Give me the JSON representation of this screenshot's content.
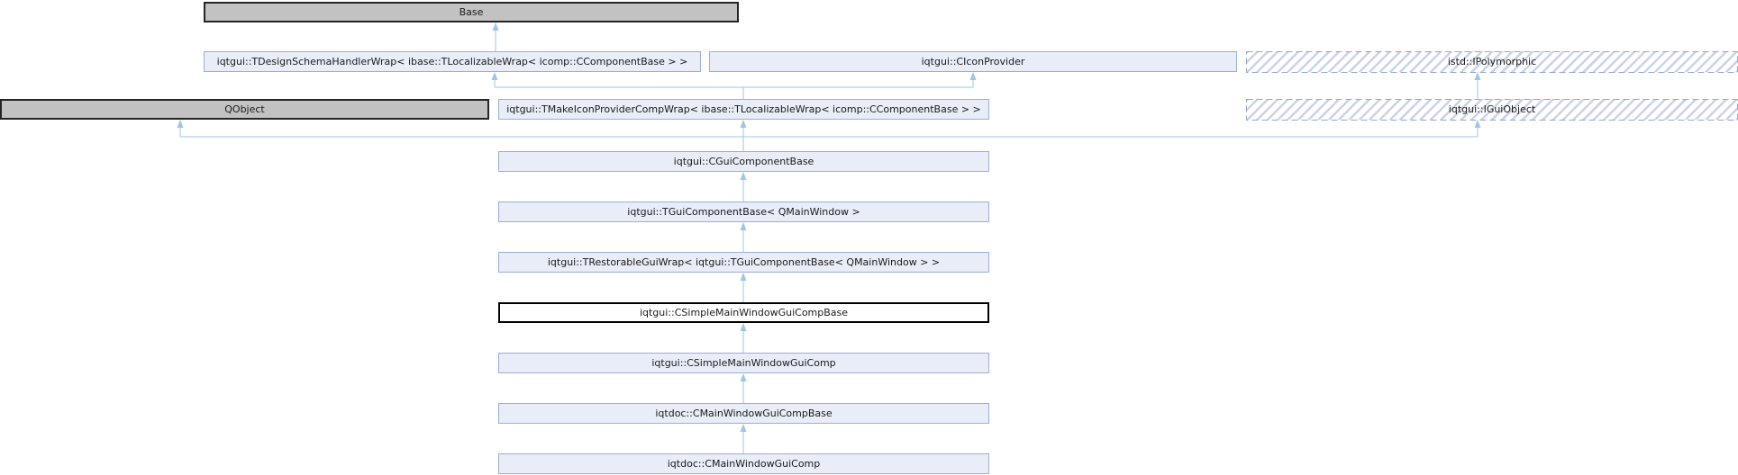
{
  "diagram": {
    "kind": "class-inheritance-graph",
    "colors": {
      "node_fill": "#E8EDF7",
      "node_border": "#9CAFD4",
      "external_node_fill": "#C2C2C2",
      "external_node_border": "#242424",
      "current_node_border": "#000000",
      "hatch_stripe": "#CAD3E8",
      "edge": "#A0C6E4"
    },
    "nodes": [
      {
        "id": "base",
        "label": "Base",
        "style": "external"
      },
      {
        "id": "tdesignschemahandlerwrap",
        "label": "iqtgui::TDesignSchemaHandlerWrap< ibase::TLocalizableWrap< icomp::CComponentBase > >",
        "style": "documented"
      },
      {
        "id": "ciconprovider",
        "label": "iqtgui::CIconProvider",
        "style": "documented"
      },
      {
        "id": "ipolymorphic",
        "label": "istd::IPolymorphic",
        "style": "hatched"
      },
      {
        "id": "qobject",
        "label": "QObject",
        "style": "external"
      },
      {
        "id": "tmakeiconprovidercompwrap",
        "label": "iqtgui::TMakeIconProviderCompWrap< ibase::TLocalizableWrap< icomp::CComponentBase > >",
        "style": "documented"
      },
      {
        "id": "iguiobject",
        "label": "iqtgui::IGuiObject",
        "style": "hatched"
      },
      {
        "id": "cguicomponentbase",
        "label": "iqtgui::CGuiComponentBase",
        "style": "documented"
      },
      {
        "id": "tguicomponentbase",
        "label": "iqtgui::TGuiComponentBase< QMainWindow >",
        "style": "documented"
      },
      {
        "id": "trestorableguiwrap",
        "label": "iqtgui::TRestorableGuiWrap< iqtgui::TGuiComponentBase< QMainWindow > >",
        "style": "documented"
      },
      {
        "id": "csimplemainwindowguicompbase",
        "label": "iqtgui::CSimpleMainWindowGuiCompBase",
        "style": "current"
      },
      {
        "id": "csimplemainwindowguicomp",
        "label": "iqtgui::CSimpleMainWindowGuiComp",
        "style": "documented"
      },
      {
        "id": "cmainwindowguicompbase",
        "label": "iqtdoc::CMainWindowGuiCompBase",
        "style": "documented"
      },
      {
        "id": "cmainwindowguicomp",
        "label": "iqtdoc::CMainWindowGuiComp",
        "style": "documented"
      }
    ],
    "edges": [
      {
        "from": "tdesignschemahandlerwrap",
        "to": "base"
      },
      {
        "from": "tmakeiconprovidercompwrap",
        "to": "tdesignschemahandlerwrap"
      },
      {
        "from": "tmakeiconprovidercompwrap",
        "to": "ciconprovider"
      },
      {
        "from": "iguiobject",
        "to": "ipolymorphic"
      },
      {
        "from": "cguicomponentbase",
        "to": "qobject"
      },
      {
        "from": "cguicomponentbase",
        "to": "tmakeiconprovidercompwrap"
      },
      {
        "from": "cguicomponentbase",
        "to": "iguiobject"
      },
      {
        "from": "tguicomponentbase",
        "to": "cguicomponentbase"
      },
      {
        "from": "trestorableguiwrap",
        "to": "tguicomponentbase"
      },
      {
        "from": "csimplemainwindowguicompbase",
        "to": "trestorableguiwrap"
      },
      {
        "from": "csimplemainwindowguicomp",
        "to": "csimplemainwindowguicompbase"
      },
      {
        "from": "cmainwindowguicompbase",
        "to": "csimplemainwindowguicomp"
      },
      {
        "from": "cmainwindowguicomp",
        "to": "cmainwindowguicompbase"
      }
    ]
  }
}
